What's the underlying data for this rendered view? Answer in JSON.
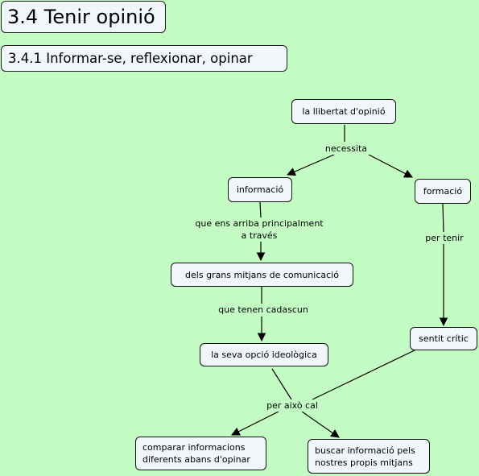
{
  "titles": {
    "main": "3.4 Tenir opinió",
    "sub": "3.4.1 Informar-se, reflexionar, opinar"
  },
  "nodes": {
    "llibertat": "la llibertat d'opinió",
    "informacio": "informació",
    "formacio": "formació",
    "grans_mitjans": "dels grans mitjans de comunicació",
    "opcio_ideologica": "la seva opció ideològica",
    "sentit_critic": "sentit crític",
    "comparar": "comparar informacions\ndiferents abans d'opinar",
    "buscar": "buscar informació pels\nnostres propis mitjans"
  },
  "links": {
    "necessita": "necessita",
    "arriba": "que ens arriba principalment\na través",
    "per_tenir": "per tenir",
    "cadascun": "que tenen cadascun",
    "per_aixo": "per això cal"
  },
  "colors": {
    "background": "#c4fdc4",
    "node_fill": "#f0f6f9",
    "stroke": "#000000"
  }
}
